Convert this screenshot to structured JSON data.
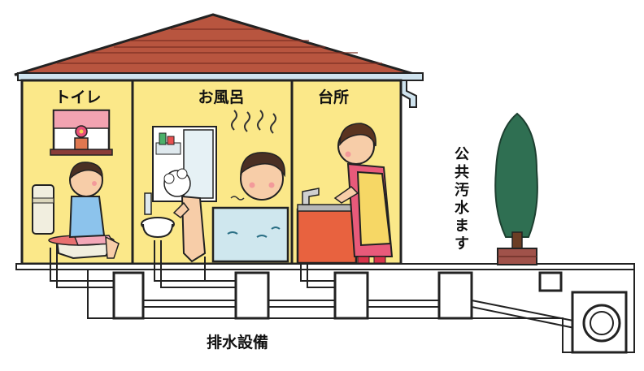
{
  "rooms": {
    "toilet": "トイレ",
    "bath": "お風呂",
    "kitchen": "台所"
  },
  "public_sewer_basin": "公共汚水ます",
  "drainage_equipment": "排水設備",
  "colors": {
    "roof": "#b8553f",
    "wall": "#fbe889",
    "outline": "#222222",
    "gutter": "#cfe3ee",
    "ground": "#ffffff",
    "tree": "#2f6f52",
    "planter": "#a0524a",
    "counter": "#e8623f",
    "apron": "#f6d765",
    "tub": "#cfe7ee"
  },
  "icons": [
    "person-icon",
    "bathtub-icon",
    "toilet-icon",
    "sink-icon",
    "tree-icon",
    "shower-icon",
    "window-icon",
    "flower-pot-icon"
  ]
}
